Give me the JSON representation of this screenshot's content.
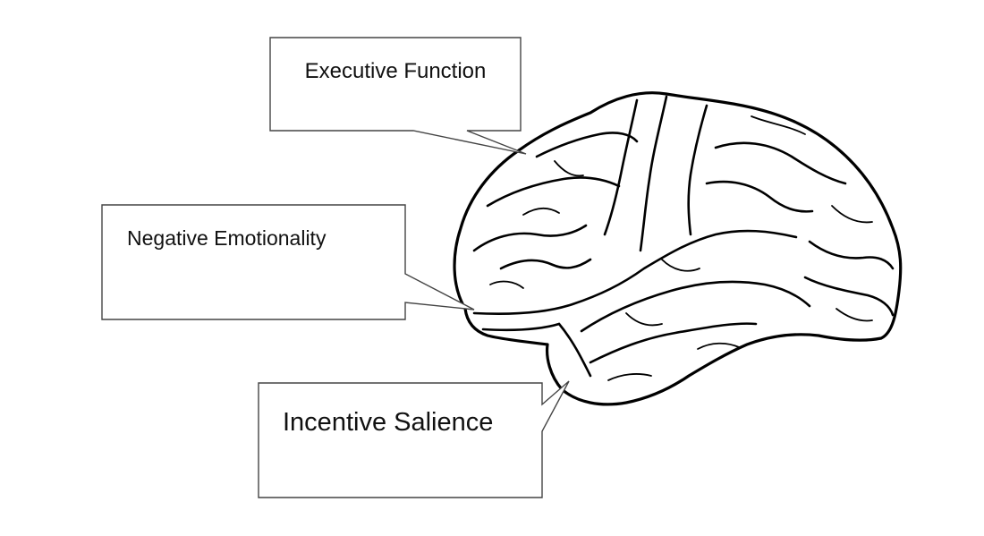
{
  "callouts": {
    "executive_function": {
      "label": "Executive Function"
    },
    "negative_emotionality": {
      "label": "Negative Emotionality"
    },
    "incentive_salience": {
      "label": "Incentive Salience"
    }
  },
  "illustration": {
    "subject": "brain-lateral-view"
  }
}
